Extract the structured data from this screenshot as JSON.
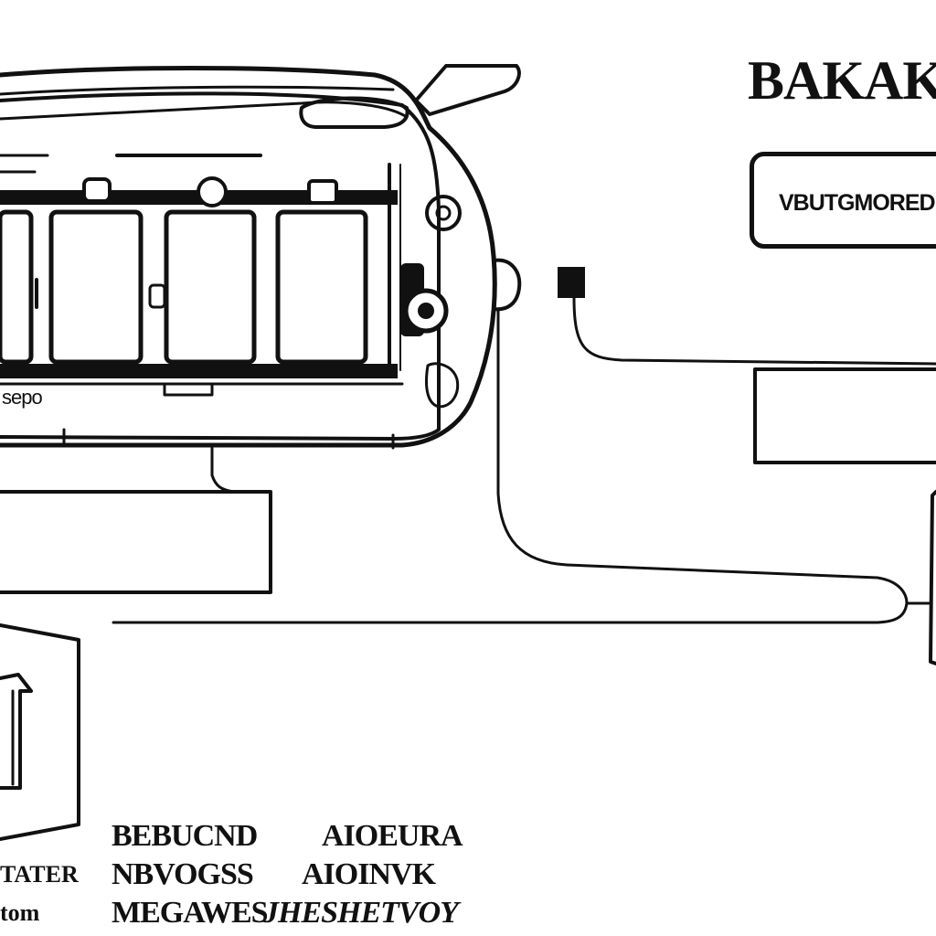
{
  "brand": "BAKAKA",
  "callout_label": "VBUTGMORED",
  "front_panel_label": "sepo",
  "footer": {
    "line1_a": "BEBUCND",
    "line1_b": "AIOEURA",
    "line2_a": "NBVOGSS",
    "line2_b": "AIOINVK",
    "line3_a": "MEGAWES",
    "line3_b": "JHESHETVOY"
  },
  "side_labels": {
    "upper": "TATER",
    "lower": "tom"
  },
  "colors": {
    "ink": "#111111",
    "background": "#ffffff"
  }
}
